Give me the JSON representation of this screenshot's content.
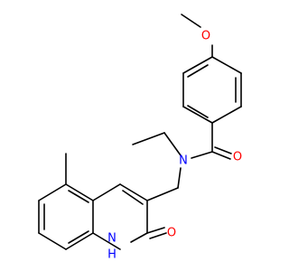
{
  "atoms": {
    "methoxy_o": {
      "text": "O",
      "color": "#ff0000"
    },
    "carbonyl_o": {
      "text": "O",
      "color": "#ff0000"
    },
    "amide_n": {
      "text": "N",
      "color": "#0000ff"
    },
    "ring_nh": {
      "text": "H",
      "color": "#0000ff"
    },
    "ring_n": {
      "text": "N",
      "color": "#0000ff"
    },
    "lactam_o": {
      "text": "O",
      "color": "#ff0000"
    }
  }
}
